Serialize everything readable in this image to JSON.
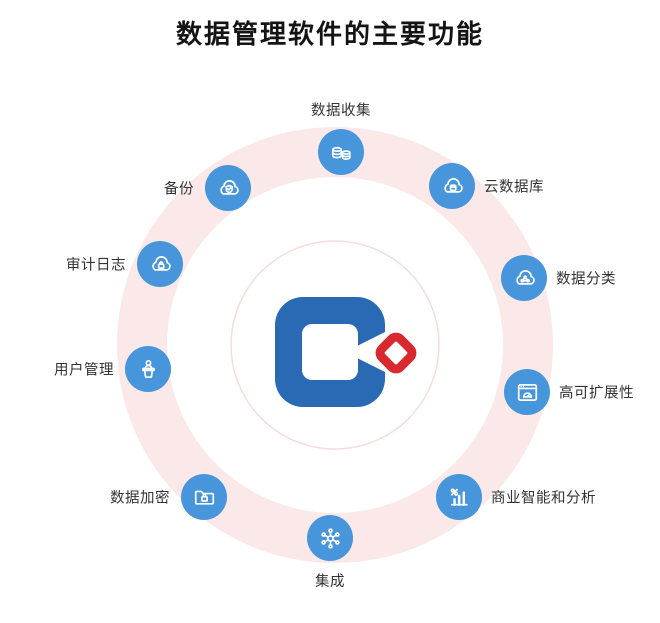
{
  "title": "数据管理软件的主要功能",
  "colors": {
    "node_blue": "#4795da",
    "logo_blue": "#2a69b4",
    "logo_red": "#d7292e",
    "ring_pink": "#fbe9e9",
    "ring_inner_pink": "#f5d9d9",
    "label_text": "#333333"
  },
  "center_logo": {
    "name": "data-management-software-logo"
  },
  "nodes": [
    {
      "label": "数据收集",
      "icon": "coins-stack-icon",
      "position": "top"
    },
    {
      "label": "云数据库",
      "icon": "cloud-database-icon",
      "position": "upper-right"
    },
    {
      "label": "数据分类",
      "icon": "cloud-network-icon",
      "position": "right"
    },
    {
      "label": "高可扩展性",
      "icon": "dashboard-gauge-icon",
      "position": "right"
    },
    {
      "label": "商业智能和分析",
      "icon": "chart-percent-icon",
      "position": "lower-right"
    },
    {
      "label": "集成",
      "icon": "network-hub-icon",
      "position": "bottom"
    },
    {
      "label": "数据加密",
      "icon": "folder-lock-icon",
      "position": "lower-left"
    },
    {
      "label": "用户管理",
      "icon": "user-podium-icon",
      "position": "left"
    },
    {
      "label": "审计日志",
      "icon": "cloud-lock-icon",
      "position": "upper-left"
    },
    {
      "label": "备份",
      "icon": "cloud-shield-icon",
      "position": "top-left"
    }
  ]
}
